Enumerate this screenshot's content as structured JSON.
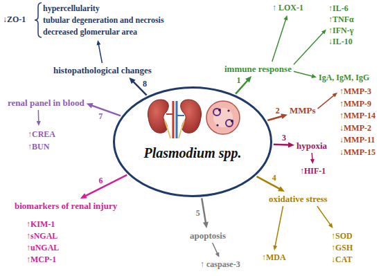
{
  "diagram": {
    "nodes": [
      {
        "text": [
          "Plasmodium spp."
        ]
      },
      {
        "text": [
          "immune response"
        ]
      },
      {
        "text": [
          "↑ LOX-1"
        ]
      },
      {
        "text": [
          "↑IL-6",
          "↑TNFα",
          "↑IFN-γ",
          "↓IL-10"
        ]
      },
      {
        "text": [
          "IgA, IgM, IgG"
        ]
      },
      {
        "text": [
          "MMPs"
        ]
      },
      {
        "text": [
          "↑MMP-3",
          "↑MMP-9",
          "↑MMP-14",
          "↓MMP-2",
          "↓MMP-11",
          "↓MMP-15"
        ]
      },
      {
        "text": [
          "hypoxia"
        ]
      },
      {
        "text": [
          "↑HIF-1"
        ]
      },
      {
        "text": [
          "oxidative stress"
        ]
      },
      {
        "text": [
          "↑MDA"
        ]
      },
      {
        "text": [
          "↑SOD",
          "↑GSH",
          "↓CAT"
        ]
      },
      {
        "text": [
          "apoptosis"
        ]
      },
      {
        "text": [
          "↑ caspase-3"
        ]
      },
      {
        "text": [
          "biomarkers of renal injury"
        ]
      },
      {
        "text": [
          "↑KIM-1",
          "↑sNGAL",
          "↑uNGAL",
          "↑MCP-1"
        ]
      },
      {
        "text": [
          "renal panel in blood"
        ]
      },
      {
        "text": [
          "↑CREA",
          "↑BUN"
        ]
      },
      {
        "text": [
          "histopathological changes"
        ]
      },
      {
        "text": [
          "hypercellularity",
          "tubular degeneration and necrosis",
          "decreased glomerular area"
        ]
      },
      {
        "text": [
          "↓ZO-1"
        ]
      }
    ],
    "edges": [
      {
        "from": 0,
        "to": 1,
        "arrow": "to",
        "label": "1"
      },
      {
        "from": 0,
        "to": 5,
        "arrow": "to",
        "label": "2"
      },
      {
        "from": 0,
        "to": 7,
        "arrow": "to",
        "label": "3"
      },
      {
        "from": 0,
        "to": 9,
        "arrow": "to",
        "label": "4"
      },
      {
        "from": 0,
        "to": 12,
        "arrow": "to",
        "label": "5"
      },
      {
        "from": 0,
        "to": 14,
        "arrow": "to",
        "label": "6"
      },
      {
        "from": 0,
        "to": 16,
        "arrow": "to",
        "label": "7"
      },
      {
        "from": 0,
        "to": 18,
        "arrow": "to",
        "label": "8"
      },
      {
        "from": 1,
        "to": 2,
        "arrow": "to"
      },
      {
        "from": 1,
        "to": 3,
        "arrow": "to"
      },
      {
        "from": 1,
        "to": 4,
        "arrow": "to"
      },
      {
        "from": 5,
        "to": 6,
        "arrow": "to"
      },
      {
        "from": 7,
        "to": 8,
        "arrow": "to"
      },
      {
        "from": 9,
        "to": 10,
        "arrow": "to"
      },
      {
        "from": 9,
        "to": 11,
        "arrow": "to"
      },
      {
        "from": 12,
        "to": 13,
        "arrow": "to"
      },
      {
        "from": 16,
        "to": 17,
        "arrow": "to"
      },
      {
        "from": 18,
        "to": 19,
        "arrow": "to"
      }
    ]
  }
}
